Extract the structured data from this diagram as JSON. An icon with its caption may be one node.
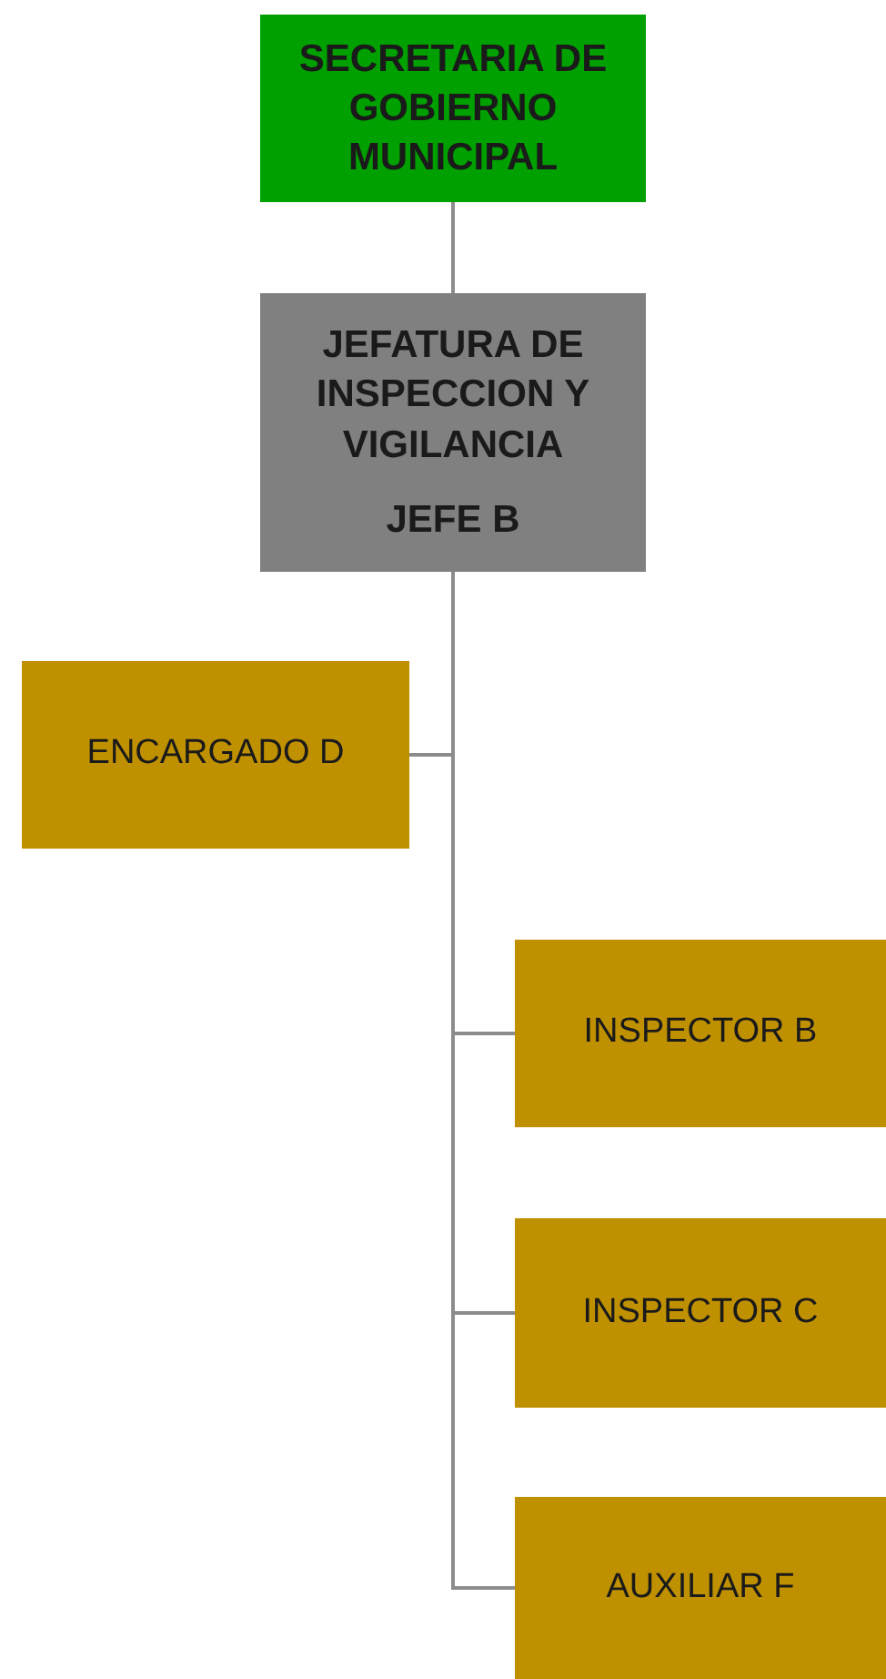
{
  "diagram": {
    "nodes": [
      {
        "text": [
          "SECRETARIA DE GOBIERNO MUNICIPAL"
        ]
      },
      {
        "text": [
          "JEFATURA DE INSPECCION Y VIGILANCIA",
          "JEFE B"
        ]
      },
      {
        "text": [
          "ENCARGADO D"
        ]
      },
      {
        "text": [
          "INSPECTOR B"
        ]
      },
      {
        "text": [
          "INSPECTOR C"
        ]
      },
      {
        "text": [
          "AUXILIAR F"
        ]
      }
    ],
    "edges": [
      {
        "from": 0,
        "to": 1,
        "arrow": "none"
      },
      {
        "from": 1,
        "to": 2,
        "arrow": "none"
      },
      {
        "from": 1,
        "to": 3,
        "arrow": "none"
      },
      {
        "from": 1,
        "to": 4,
        "arrow": "none"
      },
      {
        "from": 1,
        "to": 5,
        "arrow": "none"
      }
    ]
  }
}
